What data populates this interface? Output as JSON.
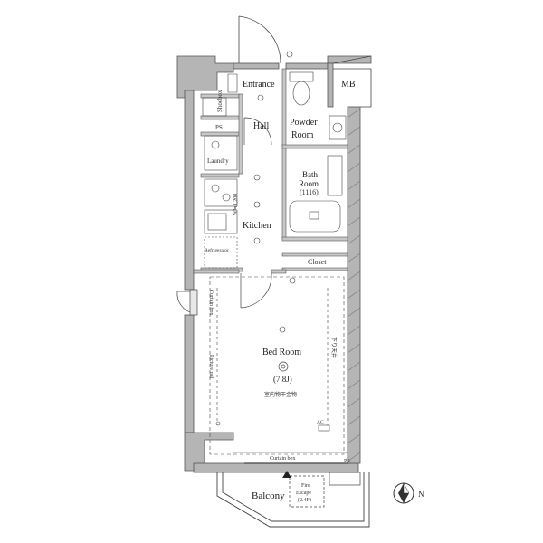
{
  "rooms": {
    "entrance": "Entrance",
    "shoebox": "Shoebox",
    "mb": "MB",
    "hall": "Hall",
    "powder_room_1": "Powder",
    "powder_room_2": "Room",
    "ps_top": "PS",
    "laundry": "Laundry",
    "bath_1": "Bath",
    "bath_2": "Room",
    "bath_3": "(1116)",
    "kitchen": "Kitchen",
    "kitchen_width": "W≒1,200",
    "refrigerator": "Refrigerator",
    "closet": "Closet",
    "curtain_box_side": "Curtain box",
    "picture_rail": "Picture rail",
    "sagari_kabe": "下り天井",
    "bedroom": "Bed Room",
    "bedroom_size": "(7.8J)",
    "indoor_drying": "室内物干金物",
    "ac": "AC",
    "curtain_box_bottom": "Curtain box",
    "ps_bottom": "PS",
    "balcony": "Balcony",
    "fire_escape_1": "Fire",
    "fire_escape_2": "Escape",
    "fire_escape_3": "(2.4F)"
  },
  "compass": {
    "north_label": "N"
  },
  "colors": {
    "wall": "#b0b0b0",
    "wall_dark": "#8c8c8c",
    "line": "#333333"
  }
}
